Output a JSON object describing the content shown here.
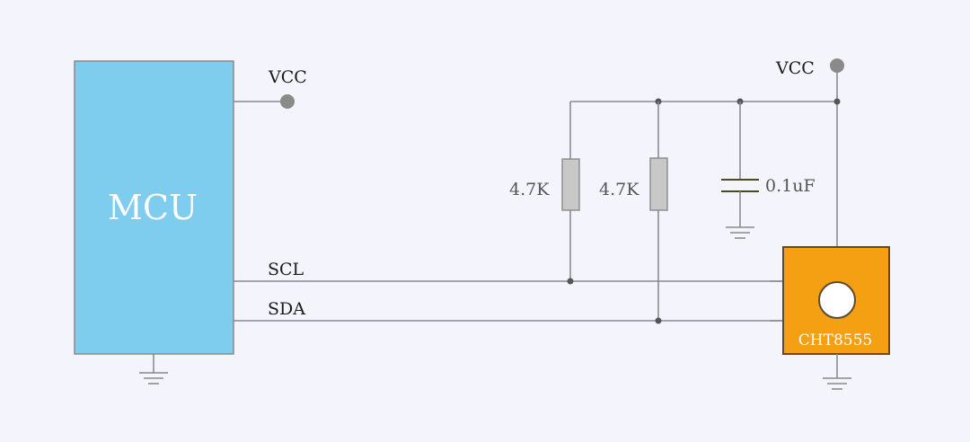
{
  "colors": {
    "background": "#f4f4fc",
    "mcu_fill": "#7fcdee",
    "mcu_stroke": "#8a8a8a",
    "sensor_fill": "#f5a013",
    "sensor_stroke": "#5a4a30",
    "resistor_fill": "#c8c8c8",
    "capacitor_stroke": "#4a4a20",
    "wire": "#8a8a93",
    "junction": "#555555",
    "terminal": "#8a8a8a"
  },
  "mcu": {
    "label": "MCU"
  },
  "vcc_left": {
    "label": "VCC"
  },
  "vcc_right": {
    "label": "VCC"
  },
  "bus": {
    "scl_label": "SCL",
    "sda_label": "SDA"
  },
  "pullups": [
    {
      "label": "4.7K"
    },
    {
      "label": "4.7K"
    }
  ],
  "capacitor": {
    "label": "0.1uF"
  },
  "sensor": {
    "label": "CHT8555"
  }
}
